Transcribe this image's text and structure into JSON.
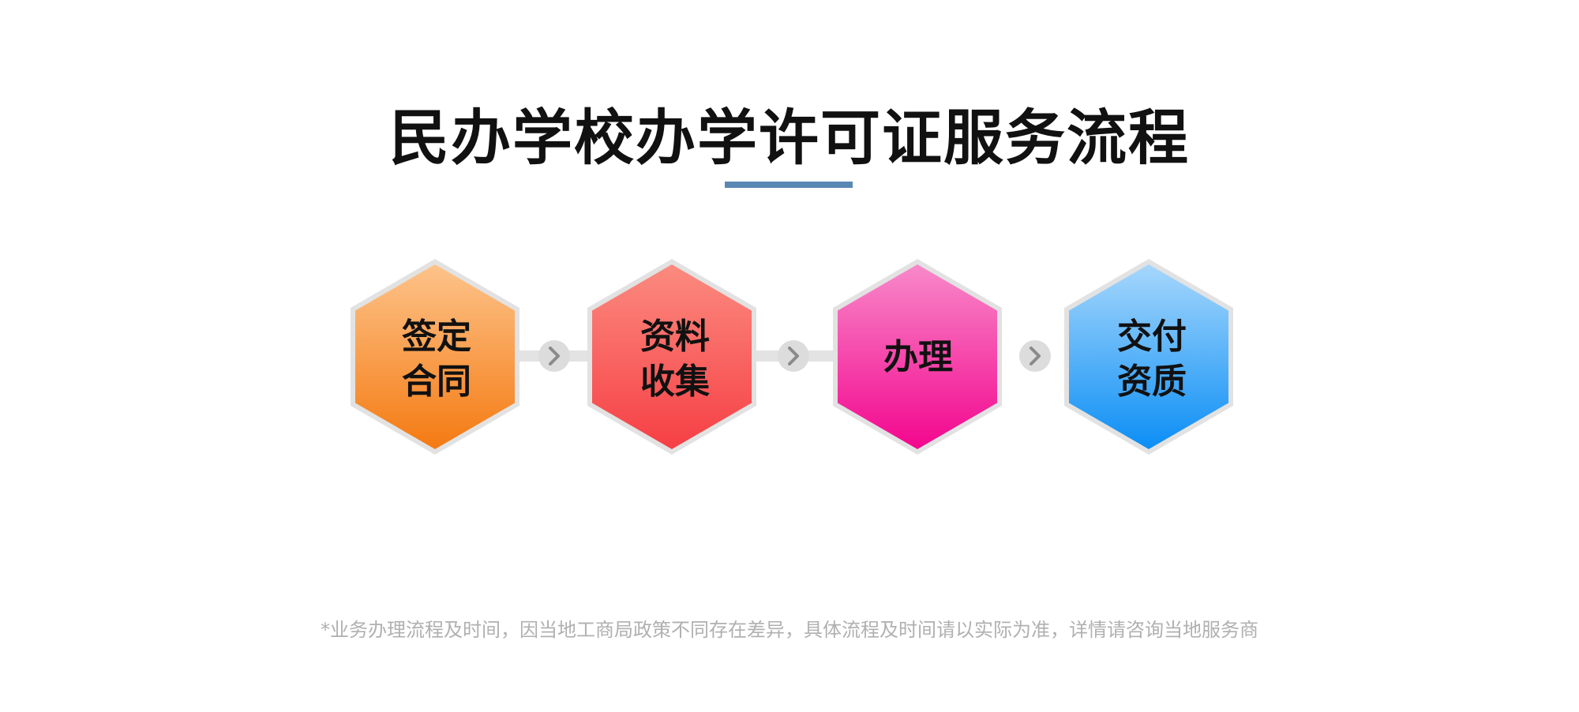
{
  "title": "民办学校办学许可证服务流程",
  "colors": {
    "underline": "#5a88b4",
    "connector": "#e3e3e3",
    "arrow_circle": "#dcdcdc",
    "arrow_glyph": "#8a8a8a"
  },
  "steps": [
    {
      "line1": "签定",
      "line2": "合同",
      "gradient": [
        "#fdc38a",
        "#f47a12"
      ]
    },
    {
      "line1": "资料",
      "line2": "收集",
      "gradient": [
        "#fb8b7f",
        "#f63f45"
      ]
    },
    {
      "line1": "办理",
      "line2": "",
      "gradient": [
        "#f889c9",
        "#f3068e"
      ]
    },
    {
      "line1": "交付",
      "line2": "资质",
      "gradient": [
        "#a6d7fc",
        "#0b8ef5"
      ]
    }
  ],
  "arrow_icon": "chevron-right-icon",
  "footnote": "*业务办理流程及时间，因当地工商局政策不同存在差异，具体流程及时间请以实际为准，详情请咨询当地服务商"
}
